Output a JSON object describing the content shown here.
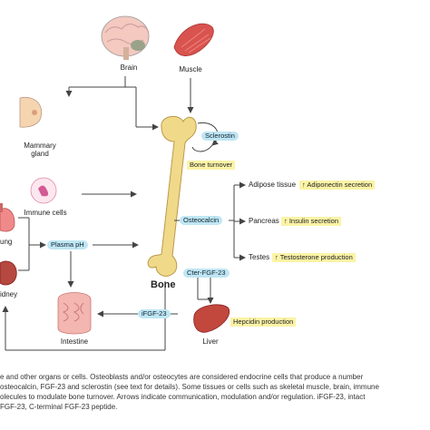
{
  "nodes": {
    "brain": "Brain",
    "muscle": "Muscle",
    "mammary": "Mammary\ngland",
    "immune": "Immune cells",
    "lung": "ung",
    "kidney": "idney",
    "intestine": "Intestine",
    "liver": "Liver",
    "bone": "Bone",
    "adipose": "Adipose tissue",
    "pancreas": "Pancreas",
    "testes": "Testes"
  },
  "pills": {
    "sclerostin": "Sclerostin",
    "osteocalcin": "Osteocalcin",
    "plasma_ph": "Plasma pH",
    "cter_fgf23": "Cter-FGF-23",
    "ifgf23": "iFGF-23"
  },
  "highlights": {
    "bone_turnover": "Bone turnover",
    "adiponectin": "↑ Adiponectin secretion",
    "insulin": "↑ Insulin secretion",
    "testosterone": "↑ Testosterone production",
    "hepcidin": "Hepcidin production"
  },
  "caption": [
    "e and other organs or cells. Osteoblasts and/or osteocytes are considered endocrine cells that produce a number",
    "osteocalcin, FGF-23 and sclerostin (see text for details). Some tissues or cells such as skeletal muscle, brain, immune",
    "olecules to modulate bone turnover. Arrows indicate communication, modulation and/or regulation. iFGF-23, intact",
    "FGF-23, C-terminal FGF-23 peptide."
  ],
  "colors": {
    "pill": "#bfe6f3",
    "highlight": "#fbf3a6",
    "bone": "#f1d98a",
    "arrow": "#444444"
  },
  "icons": [
    "brain-icon",
    "muscle-icon",
    "mammary-gland-icon",
    "immune-cell-icon",
    "lung-icon",
    "kidney-icon",
    "intestine-icon",
    "liver-icon",
    "bone-icon"
  ]
}
